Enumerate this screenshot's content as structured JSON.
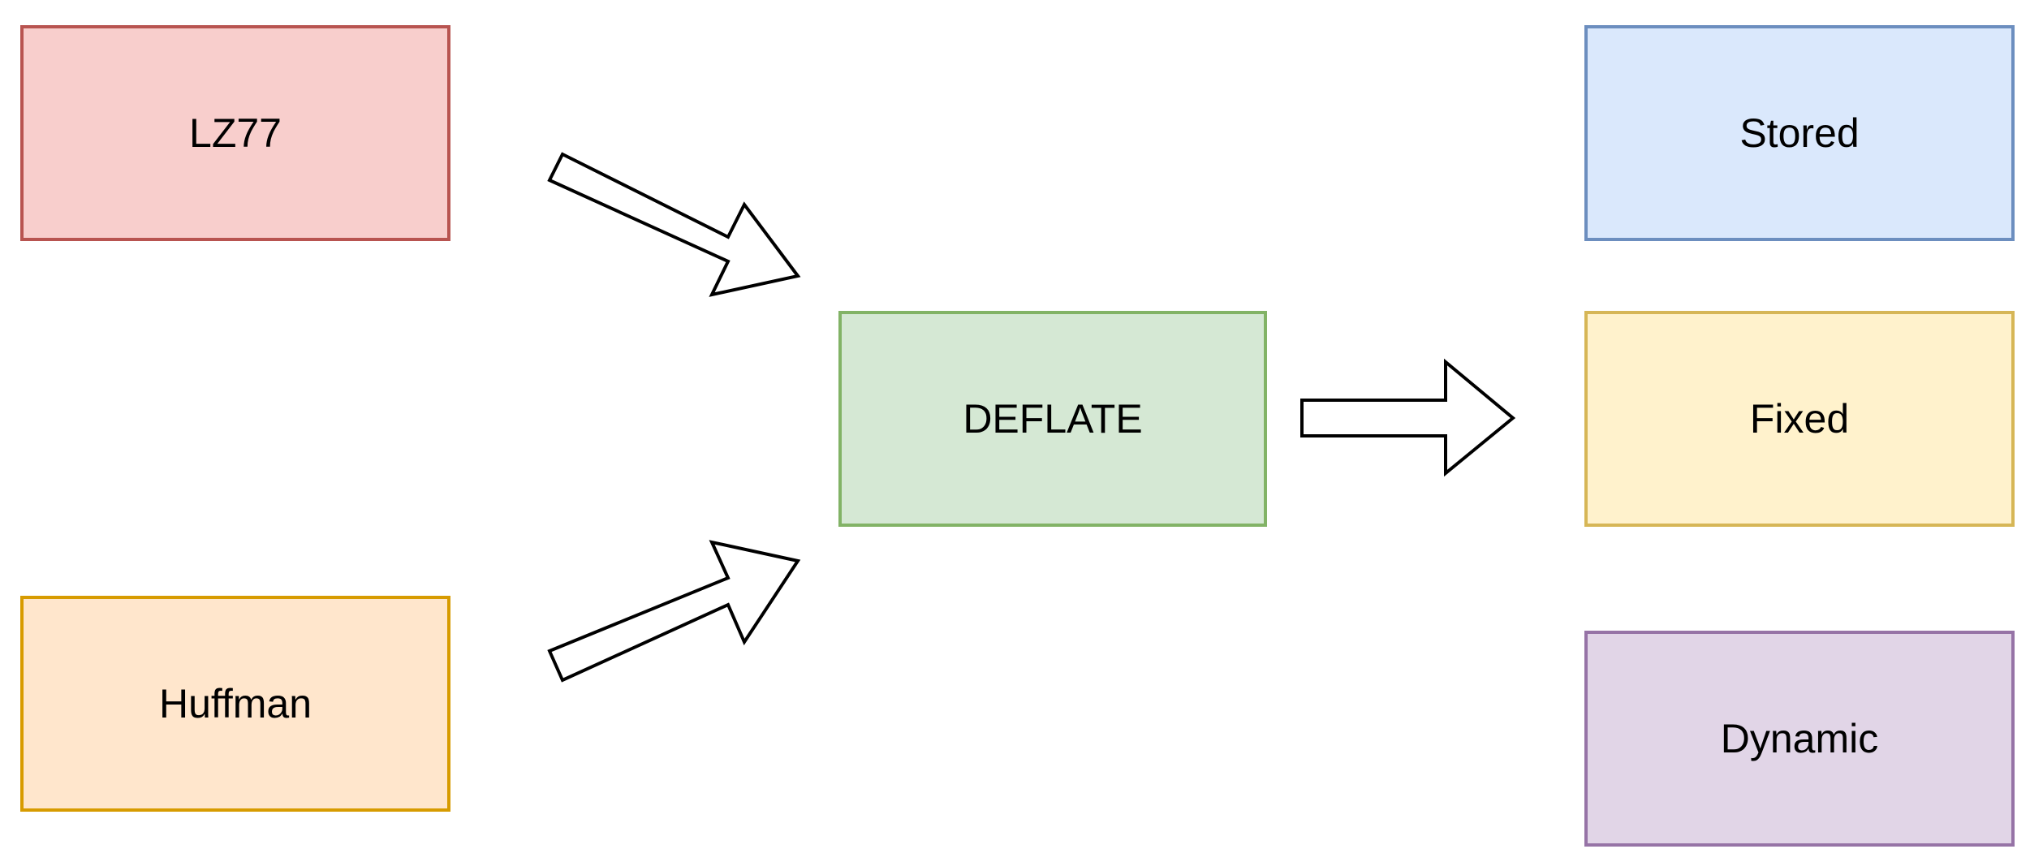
{
  "nodes": {
    "lz77": {
      "label": "LZ77",
      "fill": "#f8cecc",
      "stroke": "#b85450"
    },
    "huffman": {
      "label": "Huffman",
      "fill": "#ffe6cc",
      "stroke": "#d79b00"
    },
    "deflate": {
      "label": "DEFLATE",
      "fill": "#d5e8d4",
      "stroke": "#82b366"
    },
    "stored": {
      "label": "Stored",
      "fill": "#dae8fc",
      "stroke": "#6c8ebf"
    },
    "fixed": {
      "label": "Fixed",
      "fill": "#fff2cc",
      "stroke": "#d6b656"
    },
    "dynamic": {
      "label": "Dynamic",
      "fill": "#e1d5e7",
      "stroke": "#9673a6"
    }
  },
  "arrows": [
    {
      "from": "lz77",
      "to": "deflate"
    },
    {
      "from": "huffman",
      "to": "deflate"
    },
    {
      "from": "deflate",
      "to": "fixed"
    }
  ],
  "arrow_style": {
    "fill": "#ffffff",
    "stroke": "#000000"
  }
}
